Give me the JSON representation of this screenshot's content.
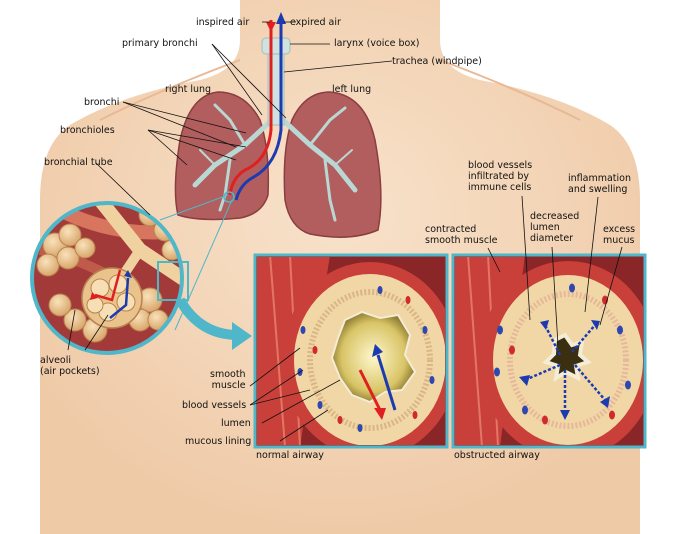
{
  "labels": {
    "inspired_air": "inspired air",
    "expired_air": "expired air",
    "primary_bronchi": "primary bronchi",
    "larynx": "larynx (voice box)",
    "trachea": "trachea (windpipe)",
    "right_lung": "right lung",
    "left_lung": "left lung",
    "bronchi": "bronchi",
    "bronchioles": "bronchioles",
    "bronchial_tube": "bronchial tube",
    "alveoli": "alveoli\n(air pockets)",
    "smooth_muscle": "smooth\nmuscle",
    "blood_vessels": "blood vessels",
    "lumen": "lumen",
    "mucous_lining": "mucous lining",
    "contracted_smooth_muscle": "contracted\nsmooth muscle",
    "blood_vessels_infiltrated": "blood vessels\ninfiltrated by\nimmune cells",
    "decreased_lumen_diameter": "decreased\nlumen\ndiameter",
    "inflammation_swelling": "inflammation\nand swelling",
    "excess_mucus": "excess\nmucus"
  },
  "captions": {
    "normal": "normal airway",
    "obstructed": "obstructed airway"
  },
  "colors": {
    "skin": "#f4d6b8",
    "lung": "#b25e5e",
    "lung_dark": "#8a3e40",
    "airway_tan": "#f2d7a6",
    "muscle_red": "#c9403a",
    "lumen_yellow": "#e9d98a",
    "frame_teal": "#4fb7c9",
    "panel_bg": "#8a2528",
    "inhale_red": "#e02020",
    "exhale_blue": "#1d3bb0"
  }
}
